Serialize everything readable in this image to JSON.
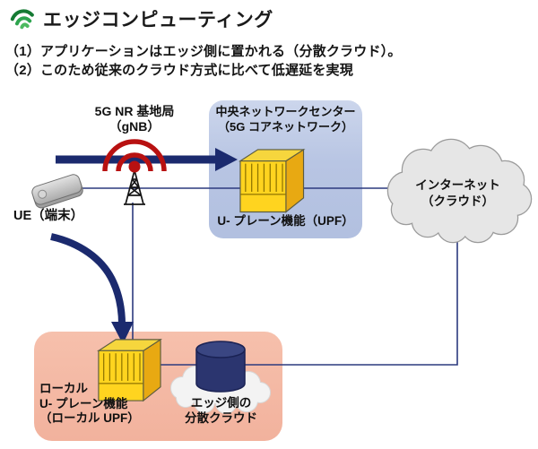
{
  "header": {
    "icon": "signal-swirl-icon",
    "title": "エッジコンピューティング",
    "notes": [
      "（1）アプリケーションはエッジ側に置かれる（分散クラウド）。",
      "（2）このため従来のクラウド方式に比べて低遅延を実現"
    ]
  },
  "diagram": {
    "gnb_label": {
      "line1": "5G NR 基地局",
      "line2": "（gNB）"
    },
    "ue_label": "UE（端末）",
    "core_box": {
      "title_line1": "中央ネットワークセンター",
      "title_line2": "（5G コアネットワーク）",
      "upf_label": "U- プレーン機能（UPF）"
    },
    "internet_cloud": {
      "line1": "インターネット",
      "line2": "（クラウド）"
    },
    "edge_box": {
      "local_upf_line1": "ローカル",
      "local_upf_line2": "U- プレーン機能",
      "local_upf_line3": "（ローカル UPF）",
      "edge_cloud_line1": "エッジ側の",
      "edge_cloud_line2": "分散クラウド"
    },
    "colors": {
      "flow_arrow_navy": "#1b2a6e",
      "thin_link_blue": "#2c3a7e",
      "radio_wave_red": "#b81111",
      "core_box_blue": "#b8c5e3",
      "edge_box_pink": "#f3b7a3",
      "internet_cloud_gray": "#e6e6e6",
      "server_yellow": "#ffd41f",
      "server_side_yellow": "#e8a912",
      "database_navy": "#2b356f",
      "title_icon_green": "#2da44e"
    }
  }
}
